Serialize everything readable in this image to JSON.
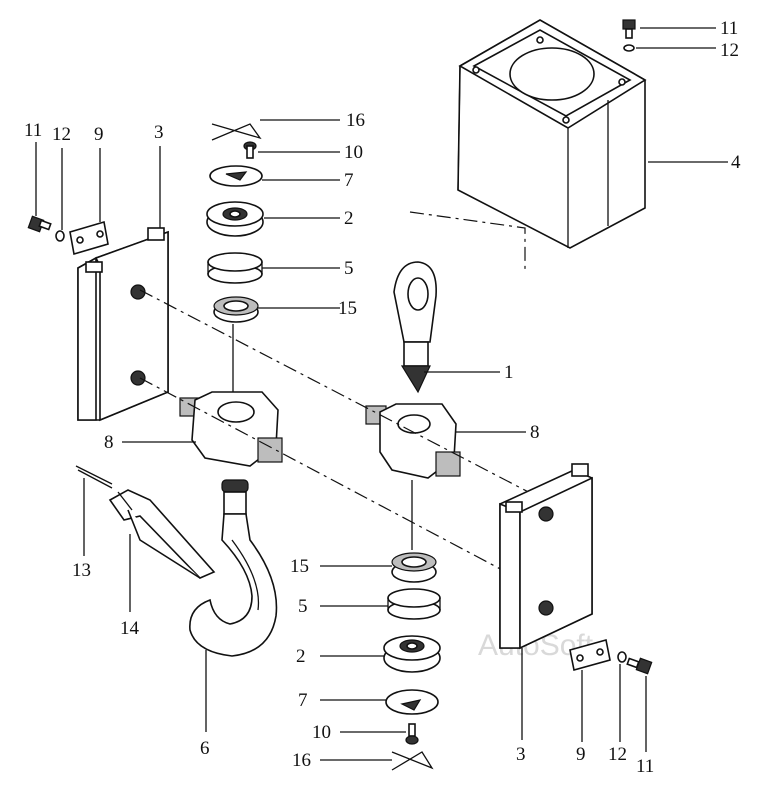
{
  "watermark": "AutoSoft",
  "labels": {
    "l1": "1",
    "l2_top": "2",
    "l2_bot": "2",
    "l3_top": "3",
    "l3_bot": "3",
    "l4": "4",
    "l5_top": "5",
    "l5_bot": "5",
    "l6": "6",
    "l7_top": "7",
    "l7_bot": "7",
    "l8_left": "8",
    "l8_right": "8",
    "l9_top": "9",
    "l9_bot": "9",
    "l10_top": "10",
    "l10_bot": "10",
    "l11_tl": "11",
    "l11_tr": "11",
    "l11_br": "11",
    "l12_tl": "12",
    "l12_tr": "12",
    "l12_br": "12",
    "l13": "13",
    "l14": "14",
    "l15_top": "15",
    "l15_bot": "15",
    "l16_top": "16",
    "l16_bot": "16"
  }
}
